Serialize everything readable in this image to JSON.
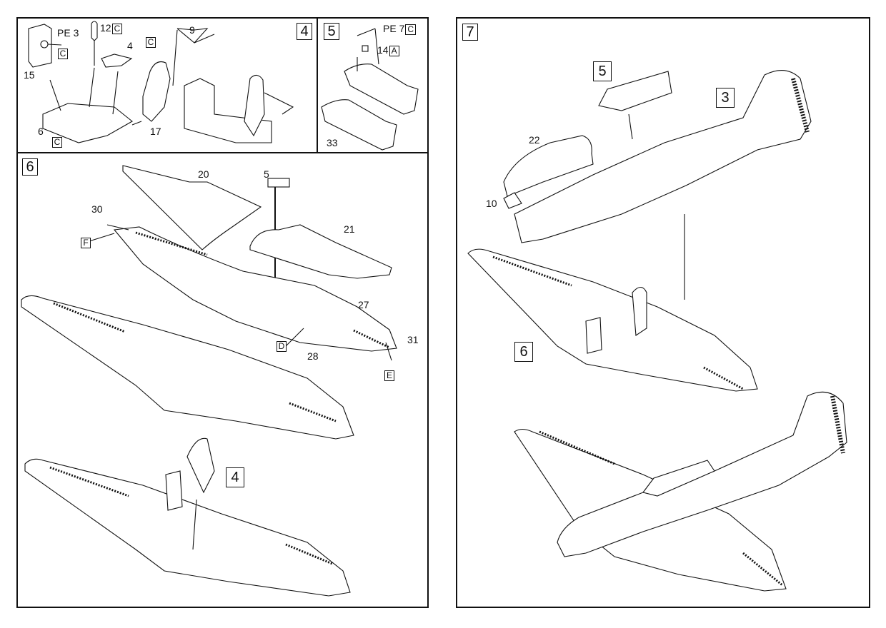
{
  "document": {
    "type": "model kit assembly instructions",
    "steps": [
      {
        "id": "step-4",
        "number": "4",
        "parts": [
          {
            "part": "PE 3"
          },
          {
            "part": "12",
            "sprue": "C"
          },
          {
            "part": "4"
          },
          {
            "part": "9"
          },
          {
            "part": "15"
          },
          {
            "part": "6",
            "sprue": "C"
          },
          {
            "part": "17"
          }
        ],
        "sprue_tags": [
          "C",
          "C",
          "C",
          "C"
        ]
      },
      {
        "id": "step-5",
        "number": "5",
        "parts": [
          {
            "part": "PE 7",
            "sprue": "C"
          },
          {
            "part": "14",
            "sprue": "A"
          },
          {
            "part": "33"
          }
        ]
      },
      {
        "id": "step-6",
        "number": "6",
        "parts": [
          {
            "part": "20"
          },
          {
            "part": "5"
          },
          {
            "part": "30"
          },
          {
            "part": "21"
          },
          {
            "part": "27"
          },
          {
            "part": "31"
          },
          {
            "part": "28"
          }
        ],
        "callouts": [
          "F",
          "D",
          "E"
        ],
        "subassembly_ref": "4"
      },
      {
        "id": "step-7",
        "number": "7",
        "parts": [
          {
            "part": "22"
          },
          {
            "part": "10"
          }
        ],
        "subassembly_refs": [
          "5",
          "3",
          "6"
        ]
      }
    ]
  },
  "labels": {
    "s4_num": "4",
    "s4_pe3": "PE 3",
    "s4_12": "12",
    "s4_12_tag": "C",
    "s4_pe3_tag": "C",
    "s4_4": "4",
    "s4_c_tag": "C",
    "s4_9": "9",
    "s4_15": "15",
    "s4_6": "6",
    "s4_6_tag": "C",
    "s4_17": "17",
    "s5_num": "5",
    "s5_pe7": "PE 7",
    "s5_pe7_tag": "C",
    "s5_14": "14",
    "s5_14_tag": "A",
    "s5_33": "33",
    "s6_num": "6",
    "s6_20": "20",
    "s6_5": "5",
    "s6_30": "30",
    "s6_f": "F",
    "s6_21": "21",
    "s6_27": "27",
    "s6_31": "31",
    "s6_d": "D",
    "s6_28": "28",
    "s6_e": "E",
    "s6_ref4": "4",
    "s7_num": "7",
    "s7_ref5": "5",
    "s7_ref3": "3",
    "s7_22": "22",
    "s7_10": "10",
    "s7_ref6": "6"
  }
}
